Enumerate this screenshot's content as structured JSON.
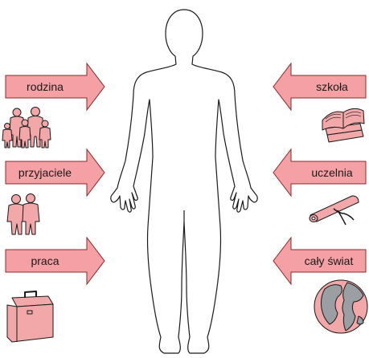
{
  "colors": {
    "arrow_fill": "#f4a0a4",
    "arrow_stroke": "#8a2a2e",
    "icon_fill": "#f2a7a9",
    "outline": "#1a1a1a",
    "globe_land": "#9b9ea3"
  },
  "influences": {
    "left": [
      {
        "label": "rodzina",
        "icon": "family-icon"
      },
      {
        "label": "przyjaciele",
        "icon": "friends-icon"
      },
      {
        "label": "praca",
        "icon": "briefcase-icon"
      }
    ],
    "right": [
      {
        "label": "szkoła",
        "icon": "books-icon"
      },
      {
        "label": "uczelnia",
        "icon": "diploma-icon"
      },
      {
        "label": "cały świat",
        "icon": "globe-icon"
      }
    ]
  },
  "center": {
    "icon": "human-silhouette-icon"
  }
}
